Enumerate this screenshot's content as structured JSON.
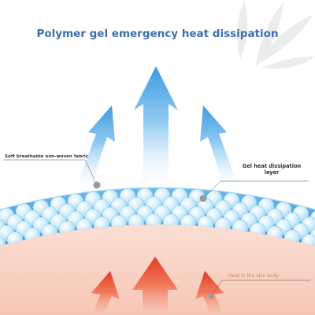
{
  "title": "Polymer gel emergency heat dissipation",
  "labels": {
    "fabric": "Soft breathable non-woven fabric",
    "gel_layer": "Gel heat dissipation layer",
    "skin_heat": "Heat in the skin body"
  },
  "colors": {
    "title": "#3d6fb0",
    "gel_band": "#3f9ad8",
    "bead": "#bfe6fb",
    "cool_arrow": "#5aaee8",
    "skin": "#f8c9b8",
    "heat_arrow": "#e8503a"
  },
  "icons": [
    "cool-arrow-icon",
    "heat-arrow-icon",
    "leaf-shadow-icon"
  ]
}
